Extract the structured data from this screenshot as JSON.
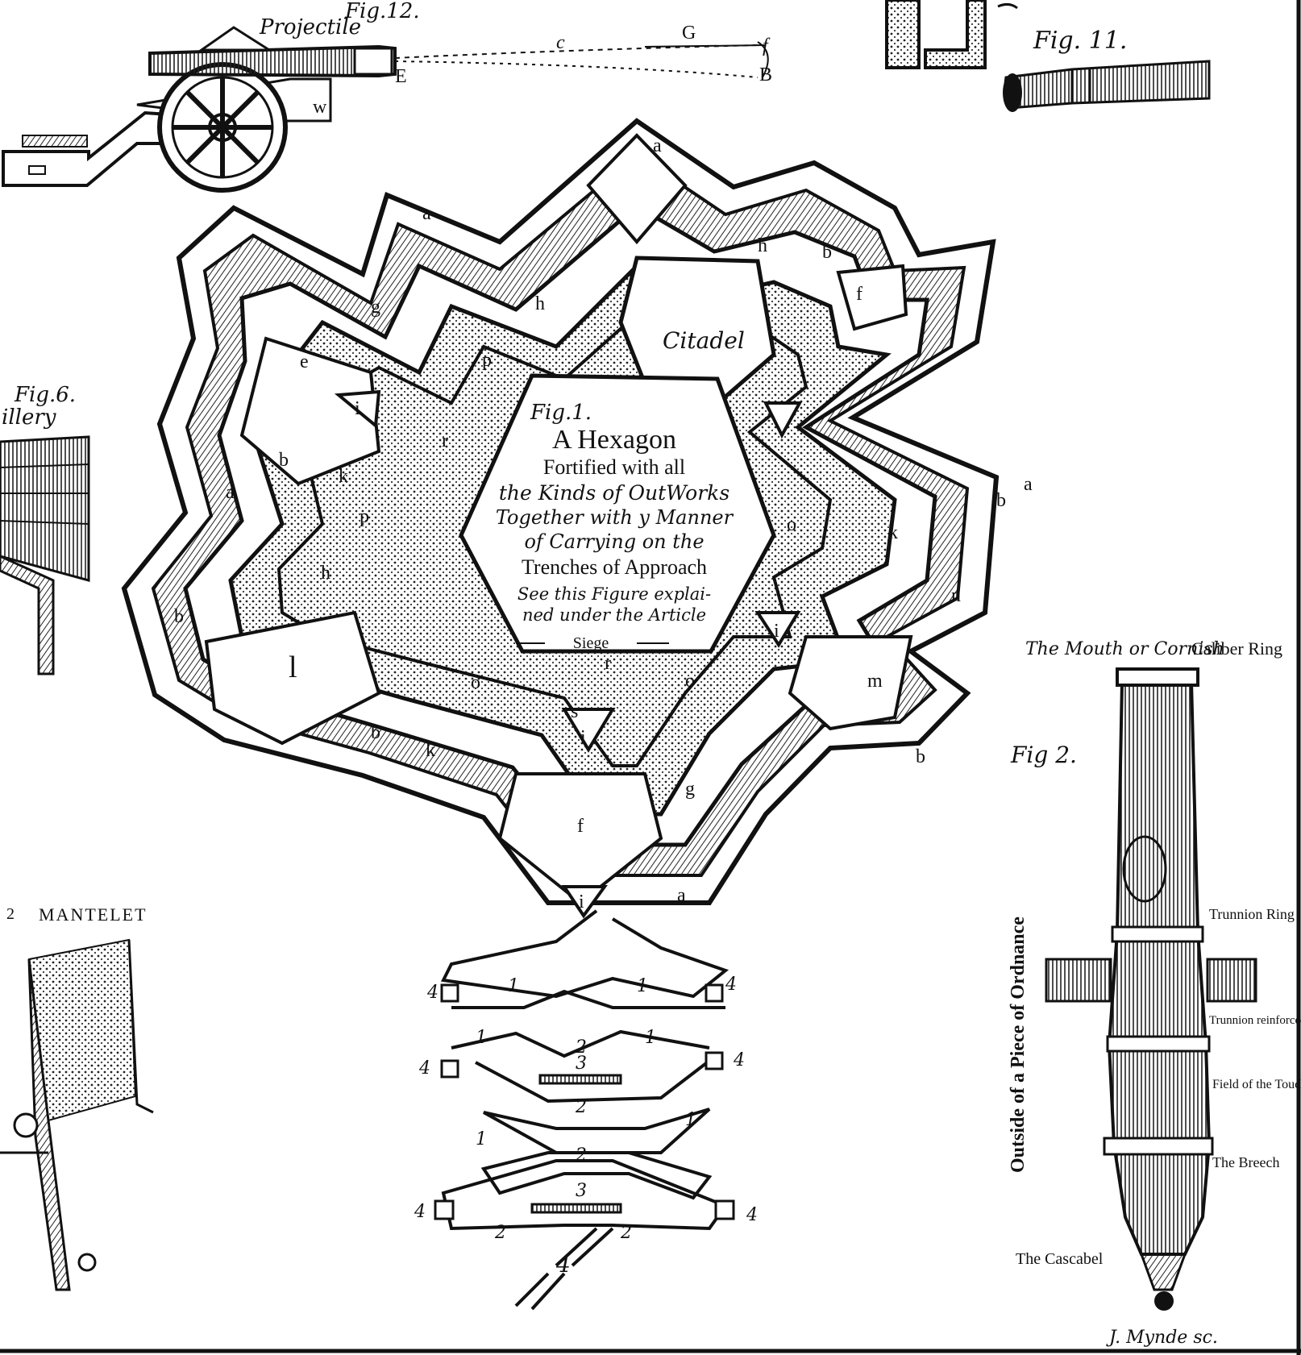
{
  "fig1": {
    "fig_no": "Fig.1.",
    "lines": [
      "A Hexagon",
      "Fortified with all",
      "the Kinds of OutWorks",
      "Together with y Manner",
      "of Carrying on the",
      "Trenches of Approach",
      "See this Figure explai-",
      "ned under the Article",
      "Siege"
    ],
    "citadel": "Citadel"
  },
  "fig12": {
    "fig_no": "Fig.12.",
    "title": "Projectile",
    "letters": [
      "c",
      "G",
      "f",
      "E",
      "B",
      "w"
    ]
  },
  "fig11": {
    "fig_no": "Fig. 11."
  },
  "fig6": {
    "fig_no": "Fig.6.",
    "title": "illery"
  },
  "mantelet": {
    "title": "MANTELET",
    "fig_no": "2"
  },
  "fig2": {
    "fig_no": "Fig 2.",
    "side_title": "Outside of a Piece of Ordnance",
    "mouth": "The Mouth or Cornish",
    "caliber": "Caliber Ring",
    "trunnion": "Trunnion Ring",
    "trunnion_reinforce": "Trunnion reinforced Ring",
    "field": "Field of the Touchhole",
    "breech": "The Breech",
    "cascabel": "The Cascabel"
  },
  "fortress_letters": [
    "a",
    "b",
    "h",
    "k",
    "g",
    "e",
    "p",
    "o",
    "i",
    "l",
    "m",
    "f",
    "r",
    "s",
    "n"
  ],
  "trench_numbers": [
    "1",
    "2",
    "3",
    "4"
  ],
  "engraver": "J. Mynde sc."
}
